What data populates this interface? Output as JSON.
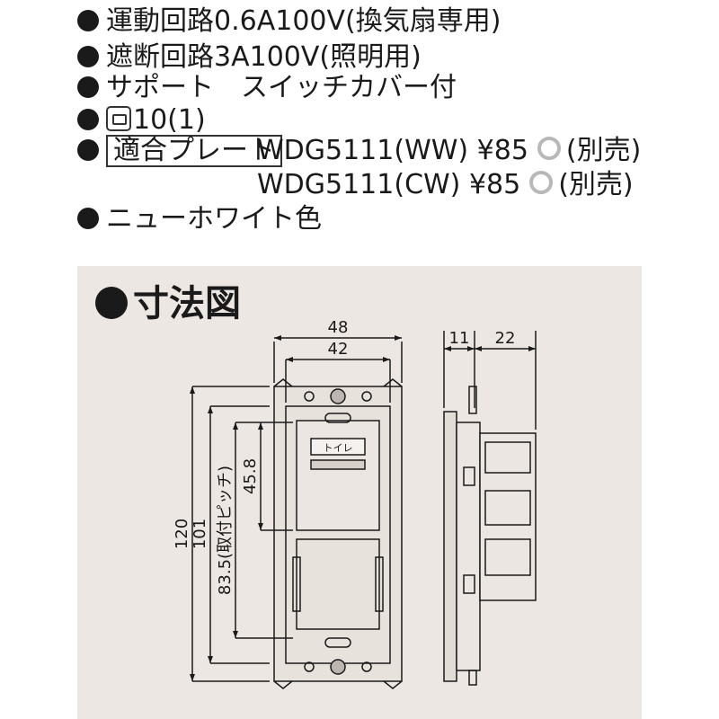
{
  "specs": {
    "operating_circuit": "運動回路0.6A100V(換気扇専用)",
    "breaking_circuit": "遮断回路3A100V(照明用)",
    "support": "サポート　スイッチカバー付",
    "packing": "10(1)",
    "plate_label": "適合プレート",
    "plates": [
      {
        "model": "WDG5111(WW)",
        "price": "¥85",
        "note": "(別売)"
      },
      {
        "model": "WDG5111(CW)",
        "price": "¥85",
        "note": "(別売)"
      }
    ],
    "color": "ニューホワイト色"
  },
  "diagram": {
    "title": "寸法図",
    "dims": {
      "outer_width": "48",
      "inner_width": "42",
      "depth_front": "11",
      "depth_back": "22",
      "height_total": "120",
      "height_inner": "101",
      "mount_pitch": "83.5(取付ピッチ)",
      "switch_offset": "45.8"
    },
    "switch_label": "トイレ"
  },
  "colors": {
    "panel_bg": "#ece7e3",
    "ink": "#1a1a1a",
    "ring": "#b8b8b8"
  }
}
